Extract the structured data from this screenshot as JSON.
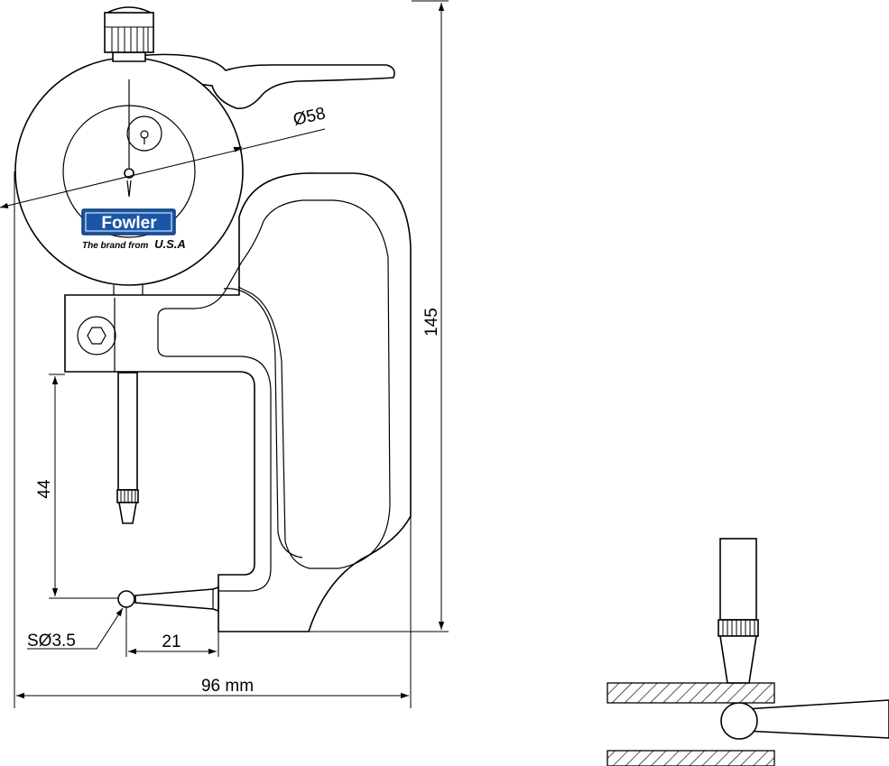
{
  "drawing": {
    "dimensions": {
      "dial_diameter": "Ø58",
      "total_height": "145",
      "throat_depth": "44",
      "ball_tip": "SØ3.5",
      "anvil_length": "21",
      "total_width": "96 mm"
    },
    "logo": {
      "brand": "Fowler",
      "tagline_prefix": "The brand from",
      "tagline_country": "U.S.A",
      "brand_color": "#1a56a6"
    },
    "colors": {
      "line": "#000000",
      "background": "#ffffff"
    }
  }
}
